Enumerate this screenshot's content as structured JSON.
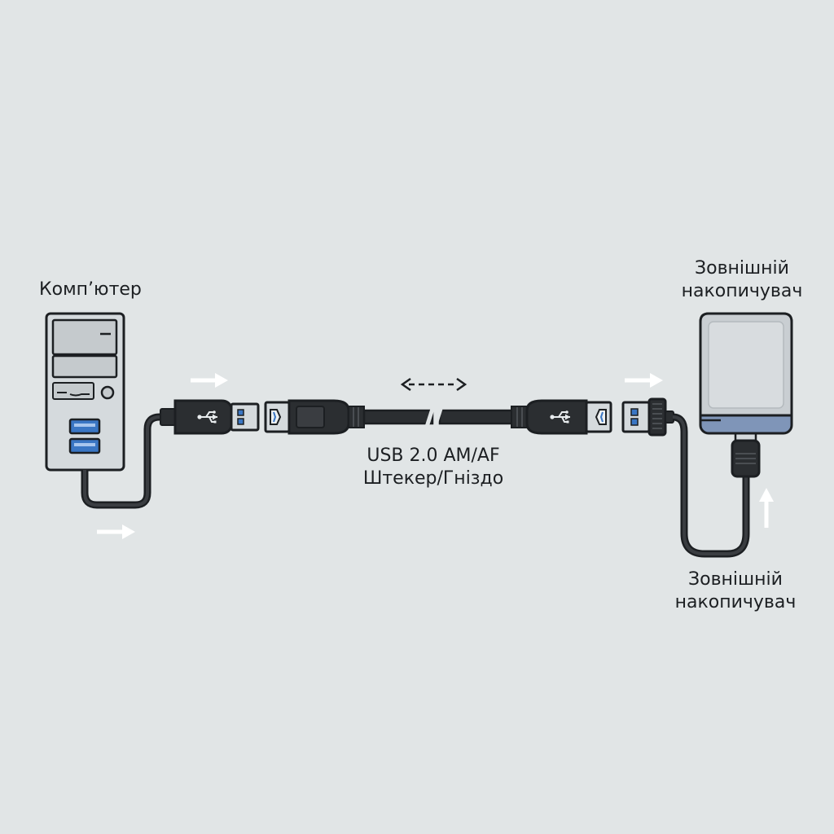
{
  "labels": {
    "computer": "Комп’ютер",
    "drive_top": [
      "Зовнішній",
      "накопичувач"
    ],
    "cable_spec": [
      "USB 2.0 AM/AF",
      "Штекер/Гніздо"
    ],
    "drive_bottom": [
      "Зовнішній",
      "накопичувач"
    ]
  },
  "icons": {
    "computer": "desktop-tower-icon",
    "drive": "external-drive-icon",
    "usb": "usb-trident-icon",
    "flow_arrow": "arrow-right-icon",
    "length_arrow": "dashed-double-arrow-icon"
  },
  "colors": {
    "background": "#e1e5e6",
    "outline": "#1c1f22",
    "cable": "#2b2e31",
    "plug_metal": "#d5dadd",
    "usb3_port": "#3a76c4",
    "drive_body": "#c9ced2",
    "drive_band": "#7f95b8",
    "arrow": "#ffffff"
  }
}
